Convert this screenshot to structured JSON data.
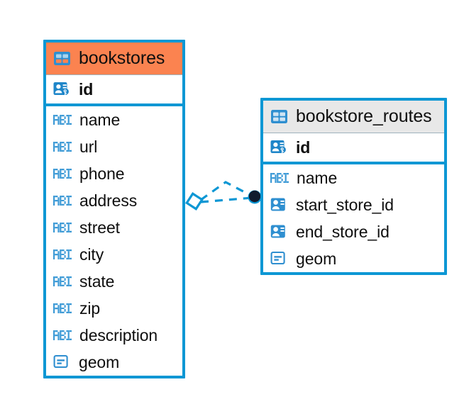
{
  "diagram": {
    "kind": "entity-relationship-diagram",
    "background_color": "#ffffff",
    "accent_color": "#0d97d4",
    "highlight_color": "#fb8350",
    "neutral_header_color": "#e8e8e8"
  },
  "tables": [
    {
      "name": "bookstores",
      "header_style": "accent",
      "header_icon": "table-icon",
      "fields": [
        {
          "label": "id",
          "icon": "primary-key-icon",
          "type": "pk"
        },
        {
          "label": "name",
          "icon": "text-type-icon",
          "type": "text"
        },
        {
          "label": "url",
          "icon": "text-type-icon",
          "type": "text"
        },
        {
          "label": "phone",
          "icon": "text-type-icon",
          "type": "text"
        },
        {
          "label": "address",
          "icon": "text-type-icon",
          "type": "text"
        },
        {
          "label": "street",
          "icon": "text-type-icon",
          "type": "text"
        },
        {
          "label": "city",
          "icon": "text-type-icon",
          "type": "text"
        },
        {
          "label": "state",
          "icon": "text-type-icon",
          "type": "text"
        },
        {
          "label": "zip",
          "icon": "text-type-icon",
          "type": "text"
        },
        {
          "label": "description",
          "icon": "text-type-icon",
          "type": "text"
        },
        {
          "label": "geom",
          "icon": "geometry-type-icon",
          "type": "geometry"
        }
      ]
    },
    {
      "name": "bookstore_routes",
      "header_style": "neutral",
      "header_icon": "table-icon",
      "fields": [
        {
          "label": "id",
          "icon": "primary-key-icon",
          "type": "pk"
        },
        {
          "label": "name",
          "icon": "text-type-icon",
          "type": "text"
        },
        {
          "label": "start_store_id",
          "icon": "foreign-key-icon",
          "type": "fk"
        },
        {
          "label": "end_store_id",
          "icon": "foreign-key-icon",
          "type": "fk"
        },
        {
          "label": "geom",
          "icon": "geometry-type-icon",
          "type": "geometry"
        }
      ]
    }
  ],
  "relationship": {
    "source_table": "bookstores",
    "target_table": "bookstore_routes",
    "source_endpoint": "diamond-open",
    "target_endpoint": "circle-filled",
    "line_style": "dashed",
    "line_color": "#0d97d4",
    "target_endpoint_color": "#111b2e"
  }
}
